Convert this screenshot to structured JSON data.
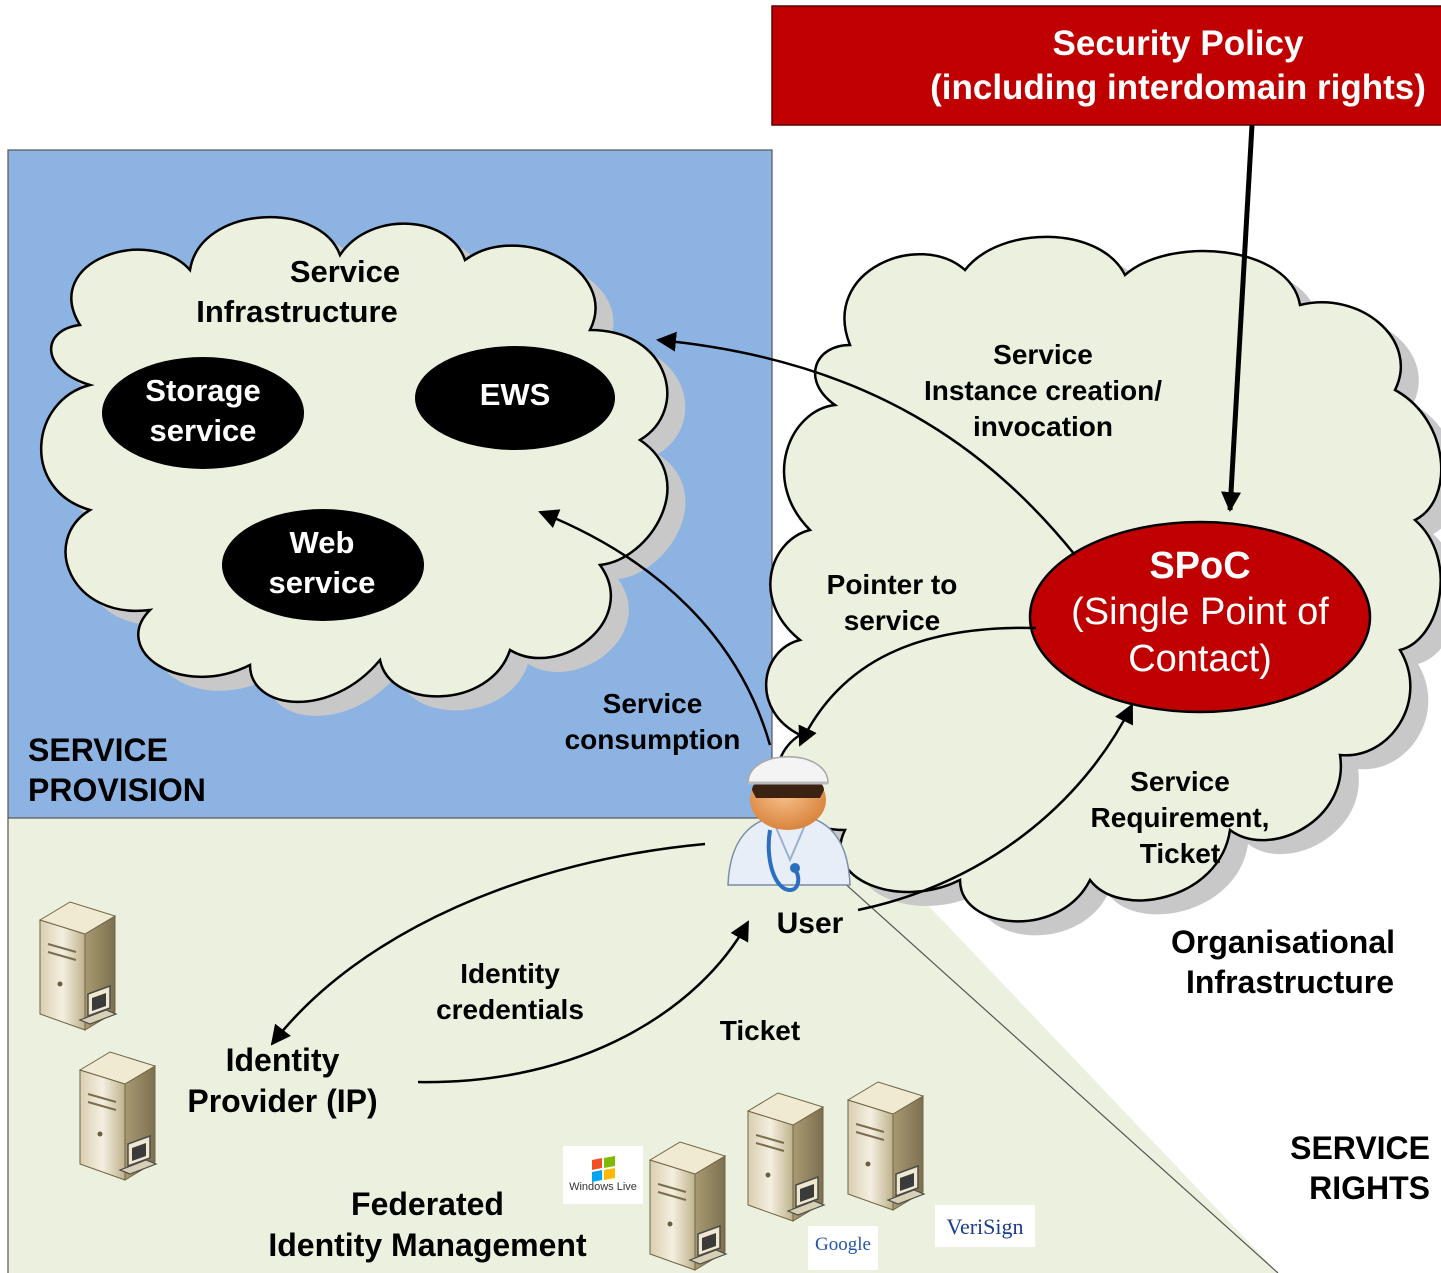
{
  "colors": {
    "security_policy_fill": "#c00000",
    "service_provision_bg": "#8db3e2",
    "federated_area_bg": "#ebf1de",
    "cloud_fill": "#ebf1de",
    "spoc_fill": "#c00000",
    "service_node_fill": "#000000"
  },
  "security_policy": {
    "line1": "Security Policy",
    "line2": "(including interdomain rights)"
  },
  "service_infrastructure": {
    "title_line1": "Service",
    "title_line2": "Infrastructure",
    "storage_line1": "Storage",
    "storage_line2": "service",
    "ews": "EWS",
    "web_line1": "Web",
    "web_line2": "service"
  },
  "organisational": {
    "instance_line1": "Service",
    "instance_line2": "Instance creation/",
    "instance_line3": "invocation",
    "pointer_line1": "Pointer to",
    "pointer_line2": "service",
    "spoc_title": "SPoC",
    "spoc_line2": "(Single Point of",
    "spoc_line3": "Contact)",
    "requirement_line1": "Service",
    "requirement_line2": "Requirement,",
    "requirement_line3": "Ticket",
    "title_line1": "Organisational",
    "title_line2": "Infrastructure"
  },
  "regions": {
    "service_provision_line1": "SERVICE",
    "service_provision_line2": "PROVISION",
    "service_rights_line1": "SERVICE",
    "service_rights_line2": "RIGHTS"
  },
  "flows": {
    "service_consumption_line1": "Service",
    "service_consumption_line2": "consumption",
    "identity_credentials_line1": "Identity",
    "identity_credentials_line2": "credentials",
    "ticket": "Ticket"
  },
  "user": {
    "label": "User"
  },
  "identity_provider": {
    "line1": "Identity",
    "line2": "Provider (IP)"
  },
  "federated": {
    "line1": "Federated",
    "line2": "Identity Management"
  },
  "logos": {
    "windows_live": "Windows Live",
    "google": "Google",
    "verisign": "VeriSign"
  }
}
